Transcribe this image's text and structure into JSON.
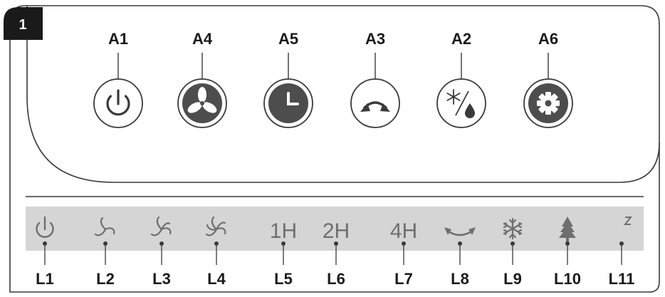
{
  "figure": {
    "number": "1"
  },
  "buttons": [
    {
      "id": "A1",
      "label": "A1",
      "icon": "power-icon"
    },
    {
      "id": "A4",
      "label": "A4",
      "icon": "fan-icon"
    },
    {
      "id": "A5",
      "label": "A5",
      "icon": "clock-icon"
    },
    {
      "id": "A3",
      "label": "A3",
      "icon": "swing-icon"
    },
    {
      "id": "A2",
      "label": "A2",
      "icon": "snowflake-drop-icon"
    },
    {
      "id": "A6",
      "label": "A6",
      "icon": "gear-icon"
    }
  ],
  "indicators": [
    {
      "id": "L1",
      "label": "L1",
      "icon": "power-icon"
    },
    {
      "id": "L2",
      "label": "L2",
      "icon": "fan-low-icon"
    },
    {
      "id": "L3",
      "label": "L3",
      "icon": "fan-medium-icon"
    },
    {
      "id": "L4",
      "label": "L4",
      "icon": "fan-high-icon"
    },
    {
      "id": "L5",
      "label": "L5",
      "text": "1H"
    },
    {
      "id": "L6",
      "label": "L6",
      "text": "2H"
    },
    {
      "id": "L7",
      "label": "L7",
      "text": "4H"
    },
    {
      "id": "L8",
      "label": "L8",
      "icon": "swing-icon"
    },
    {
      "id": "L9",
      "label": "L9",
      "icon": "snowflake-icon"
    },
    {
      "id": "L10",
      "label": "L10",
      "icon": "tree-icon"
    },
    {
      "id": "L11",
      "label": "L11",
      "icon": "moon-icon"
    }
  ],
  "colors": {
    "line": "#3a3a3a",
    "strip": "#d5d5d5",
    "indicator": "#6f6f6f",
    "button_fill": "#4d4d4d"
  }
}
